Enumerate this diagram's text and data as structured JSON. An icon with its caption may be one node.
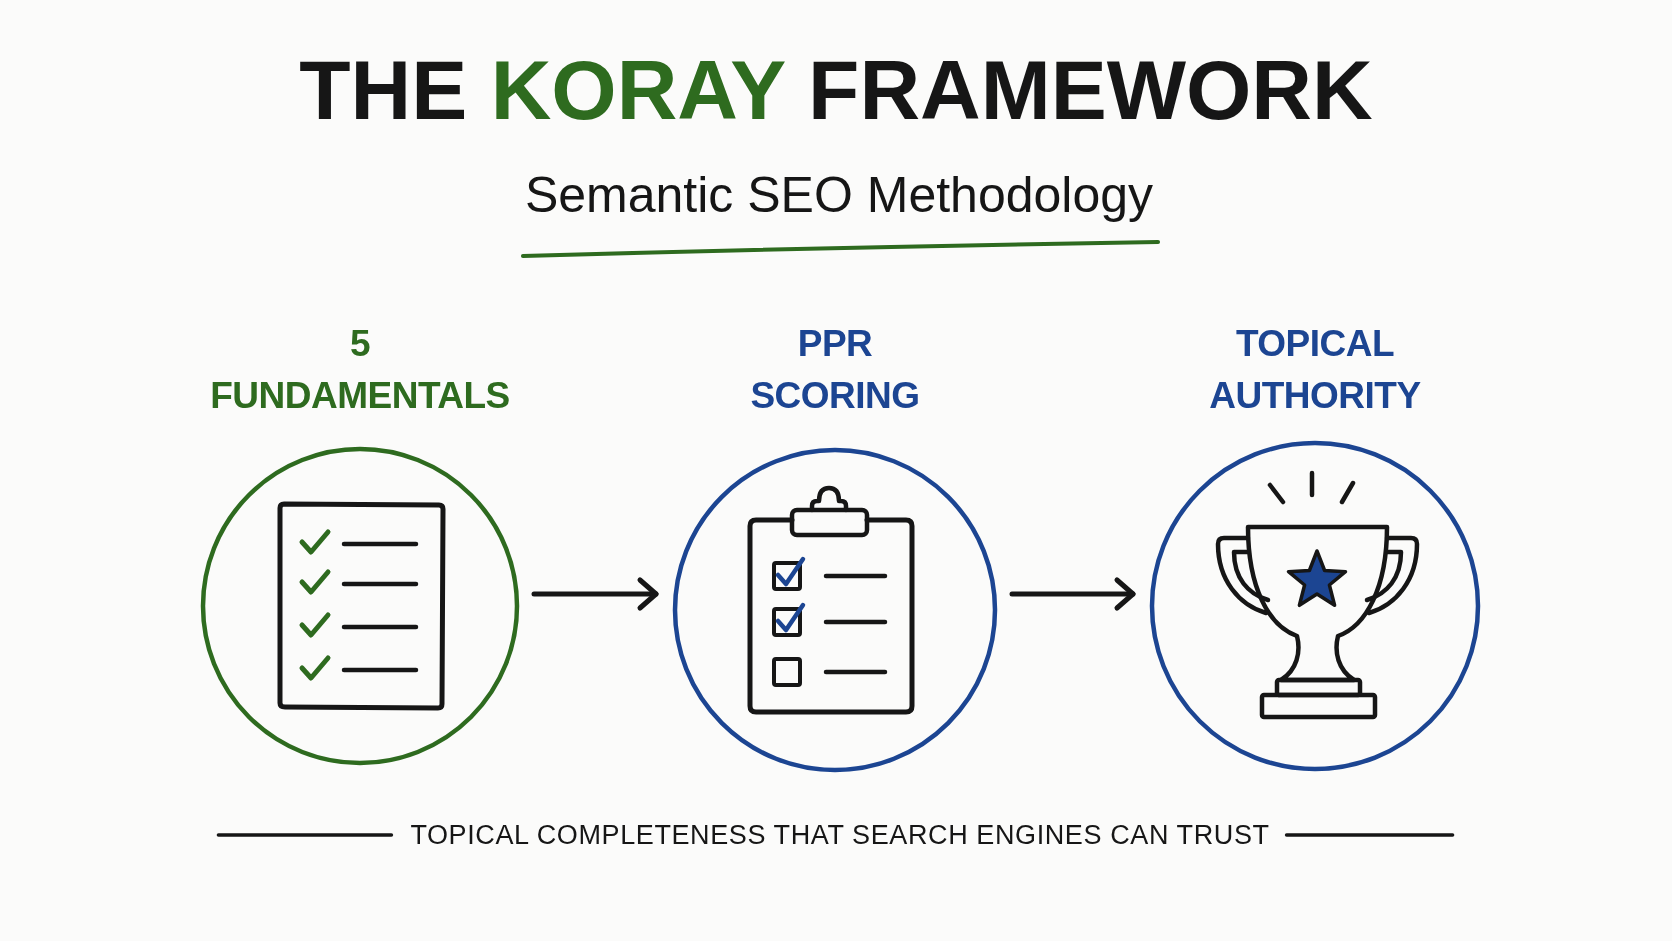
{
  "diagram": {
    "title": "THE **KORAY** FRAMEWORK",
    "caption": "TOPICAL COMPLETENESS THAT SEARCH ENGINES CAN TRUST",
    "nodes": [
      {
        "text": [
          "5 FUNDAMENTALS"
        ]
      },
      {
        "text": [
          "PPR SCORING"
        ]
      },
      {
        "text": [
          "TOPICAL AUTHORITY"
        ]
      }
    ],
    "edges": [
      {
        "from": 0,
        "to": 1,
        "arrow": "to"
      },
      {
        "from": 1,
        "to": 2,
        "arrow": "to"
      }
    ],
    "labels": [
      "Semantic SEO Methodology"
    ]
  }
}
